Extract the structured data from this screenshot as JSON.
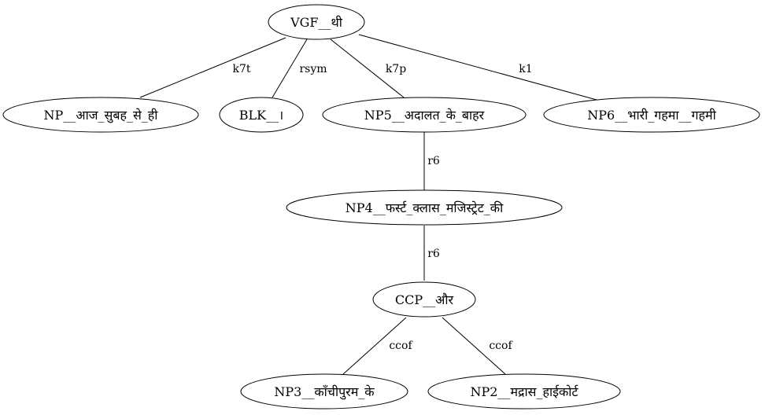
{
  "diagram": {
    "nodes": {
      "vgf": "VGF__थी",
      "np_aaj": "NP__आज_सुबह_से_ही",
      "blk": "BLK__।",
      "np5": "NP5__अदालत_के_बाहर",
      "np6": "NP6__भारी_गहमा__गहमी",
      "np4": "NP4__फर्स्ट_क्लास_मजिस्ट्रेट_की",
      "ccp": "CCP__और",
      "np3": "NP3__काँचीपुरम_के",
      "np2": "NP2__मद्रास_हाईकोर्ट"
    },
    "edges": {
      "vgf_np_aaj": "k7t",
      "vgf_blk": "rsym",
      "vgf_np5": "k7p",
      "vgf_np6": "k1",
      "np5_np4": "r6",
      "np4_ccp": "r6",
      "ccp_np3": "ccof",
      "ccp_np2": "ccof"
    }
  }
}
